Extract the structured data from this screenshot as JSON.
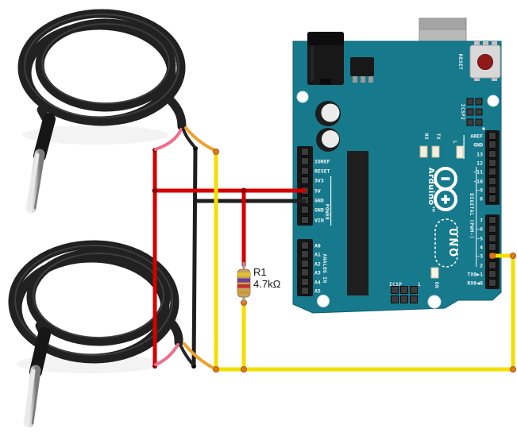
{
  "board": {
    "brand": "Arduino™",
    "model": "UNO",
    "reset_button_label": "RESET",
    "icsp2_label": "ICSP2",
    "icsp_label": "ICSP",
    "icsp_pin1_label": "1",
    "tx_label": "TX",
    "rx_label": "RX",
    "l_label": "L",
    "on_label": "ON",
    "power_group_label": "POWER",
    "analog_group_label": "ANALOG IN",
    "digital_group_label": "DIGITAL (PWM~)",
    "power_pins": [
      "IOREF",
      "RESET",
      "3V3",
      "5V",
      "GND",
      "GND",
      "VIN"
    ],
    "analog_pins": [
      "A0",
      "A1",
      "A2",
      "A3",
      "A4",
      "A5"
    ],
    "digital_pins_top": [
      "AREF",
      "GND",
      "13",
      "12",
      "~11",
      "~10",
      "~9",
      "8"
    ],
    "digital_pins_bottom": [
      "7",
      "~6",
      "~5",
      "4",
      "~3",
      "2",
      "TX0▶1",
      "RX0◀0"
    ],
    "board_color": "#17798C"
  },
  "resistor": {
    "designator": "R1",
    "value": "4.7kΩ"
  },
  "wires": {
    "power_color": "#d40000",
    "ground_color": "#1f1f1f",
    "data_color": "#f2df00",
    "junction_color": "#e07818"
  },
  "components": {
    "usb_color": "#b9b9b9",
    "reset_button_color": "#8f1a1a"
  }
}
